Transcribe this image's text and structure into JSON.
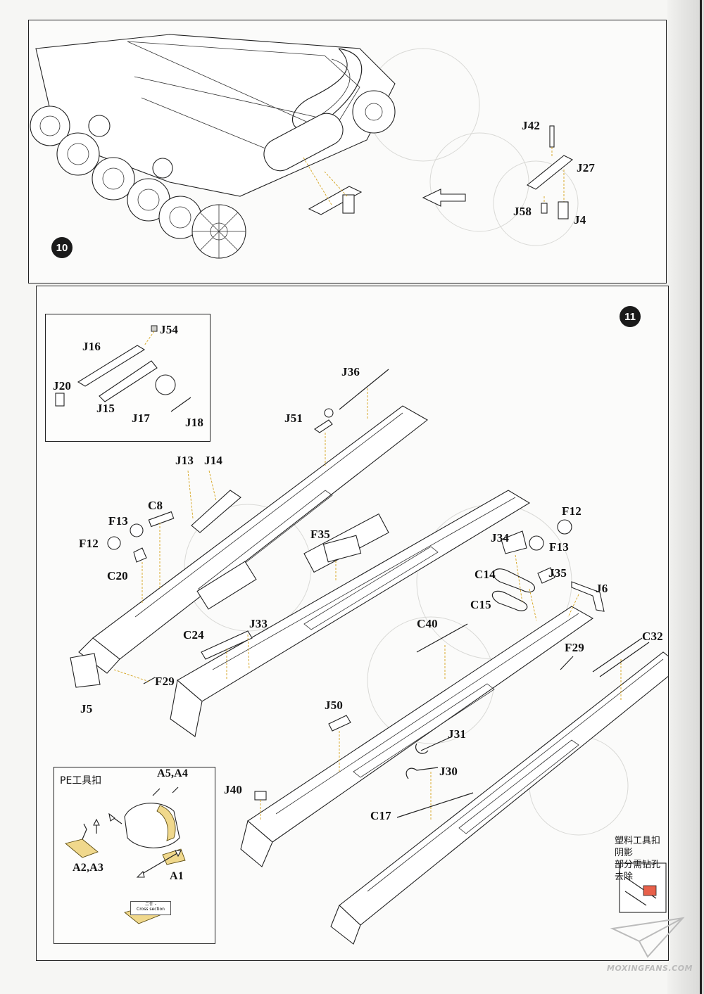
{
  "steps": {
    "step10": {
      "number": "10"
    },
    "step11": {
      "number": "11"
    }
  },
  "step10_labels": {
    "j42": "J42",
    "j27": "J27",
    "j58": "J58",
    "j4": "J4"
  },
  "inset_parts_labels": {
    "j54": "J54",
    "j16": "J16",
    "j20": "J20",
    "j15": "J15",
    "j17": "J17",
    "j18": "J18"
  },
  "step11_labels": {
    "j36": "J36",
    "j51": "J51",
    "j13": "J13",
    "j14": "J14",
    "c8": "C8",
    "f13_left": "F13",
    "f12_left": "F12",
    "c20": "C20",
    "f35": "F35",
    "j34": "J34",
    "f12_right": "F12",
    "f13_right": "F13",
    "c14": "C14",
    "j35": "J35",
    "j6": "J6",
    "c15": "C15",
    "c40": "C40",
    "c24": "C24",
    "j33": "J33",
    "f29_right": "F29",
    "c32": "C32",
    "f29_left": "F29",
    "j5": "J5",
    "j50": "J50",
    "j31": "J31",
    "j30": "J30",
    "j40": "J40",
    "c17": "C17"
  },
  "pe_inset": {
    "title": "PE工具扣",
    "a5a4": "A5,A4",
    "a2a3": "A2,A3",
    "a1": "A1",
    "cross_section_cn": "二什 -",
    "cross_section": "Cross section"
  },
  "note": {
    "line1": "塑料工具扣阴影",
    "line2": "部分需钻孔去除"
  },
  "watermark": "MOXINGFANS.COM",
  "colors": {
    "leader_line": "#d4a21a",
    "photo_etch_part": "#f0d88c",
    "badge": "#1a1a1a"
  }
}
